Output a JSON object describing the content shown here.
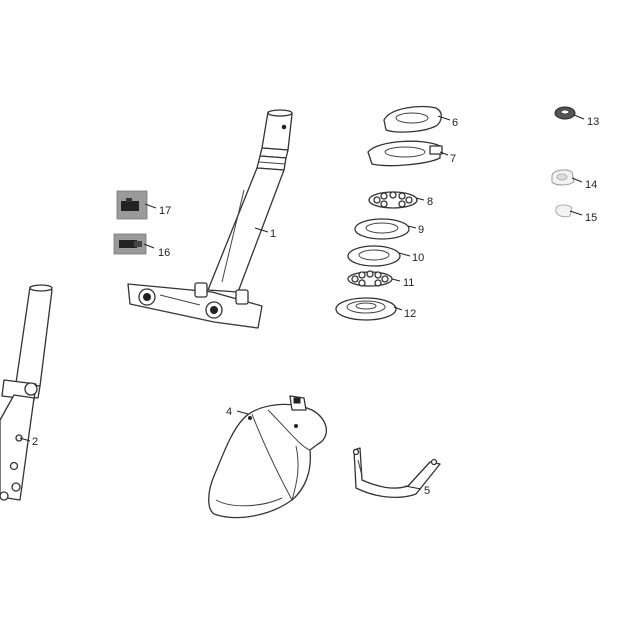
{
  "callouts": [
    {
      "id": "1",
      "text": "1"
    },
    {
      "id": "2",
      "text": "2"
    },
    {
      "id": "4",
      "text": "4"
    },
    {
      "id": "5",
      "text": "5"
    },
    {
      "id": "6",
      "text": "6"
    },
    {
      "id": "7",
      "text": "7"
    },
    {
      "id": "8",
      "text": "8"
    },
    {
      "id": "9",
      "text": "9"
    },
    {
      "id": "10",
      "text": "10"
    },
    {
      "id": "11",
      "text": "11"
    },
    {
      "id": "12",
      "text": "12"
    },
    {
      "id": "13",
      "text": "13"
    },
    {
      "id": "14",
      "text": "14"
    },
    {
      "id": "15",
      "text": "15"
    },
    {
      "id": "16",
      "text": "16"
    },
    {
      "id": "17",
      "text": "17"
    }
  ],
  "colors": {
    "line": "#222222",
    "background": "#ffffff",
    "photo_grey": "#9a9a9a"
  }
}
